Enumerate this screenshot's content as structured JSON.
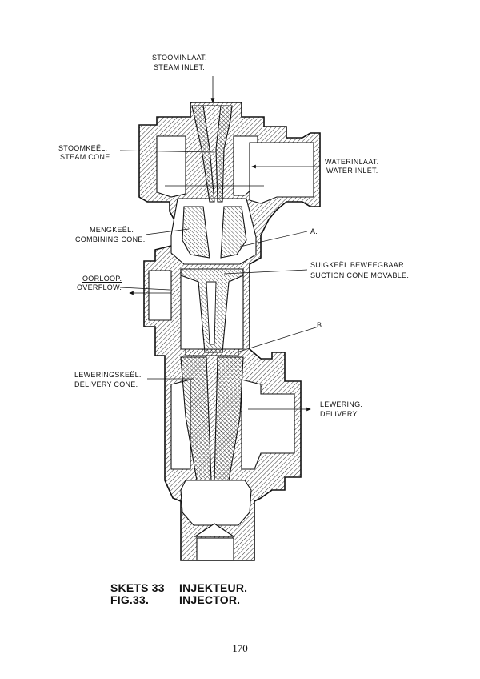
{
  "labels": {
    "steam_inlet_af": "STOOMINLAAT.",
    "steam_inlet_en": "STEAM INLET.",
    "steam_cone_af": "STOOMKEËL.",
    "steam_cone_en": "STEAM CONE.",
    "water_inlet_af": "WATERINLAAT.",
    "water_inlet_en": "WATER INLET.",
    "combining_cone_af": "MENGKEËL.",
    "combining_cone_en": "COMBINING CONE.",
    "point_a": "A.",
    "suction_cone_af": "SUIGKEËL BEWEEGBAAR.",
    "suction_cone_en": "SUCTION CONE MOVABLE.",
    "overflow_af": "OORLOOP.",
    "overflow_en": "OVERFLOW.",
    "point_b": "B.",
    "delivery_cone_af": "LEWERINGSKEËL.",
    "delivery_cone_en": "DELIVERY CONE.",
    "delivery_af": "LEWERING.",
    "delivery_en": "DELIVERY"
  },
  "caption": {
    "sketch_af": "SKETS 33",
    "title_af": "INJEKTEUR.",
    "fig_en": "FIG.33.",
    "title_en": "INJECTOR."
  },
  "page_number": "170"
}
